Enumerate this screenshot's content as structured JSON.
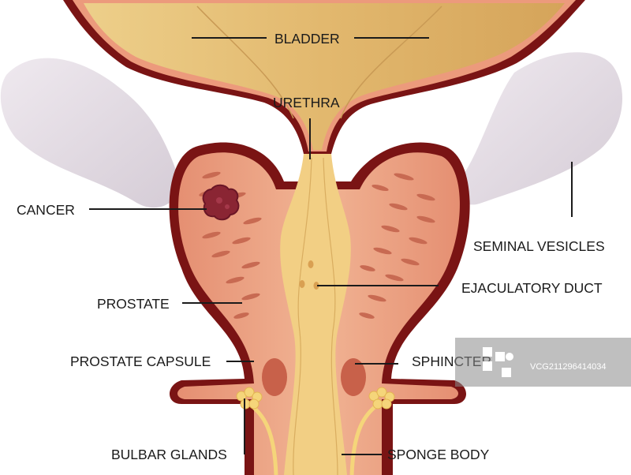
{
  "labels": {
    "bladder": "BLADDER",
    "urethra": "URETHRA",
    "cancer": "CANCER",
    "seminal_vesicles": "SEMINAL VESICLES",
    "prostate": "PROSTATE",
    "ejaculatory_duct": "EJACULATORY DUCT",
    "prostate_capsule": "PROSTATE CAPSULE",
    "sphincter": "SPHINCTER",
    "bulbar_glands": "BULBAR GLANDS",
    "sponge_body": "SPONGE BODY"
  },
  "watermark": {
    "text": "VCG211296414034"
  },
  "colors": {
    "capsule": "#7a1414",
    "tissue": "#ec9a7c",
    "urethra": "#f2cf84",
    "bladder": "#e0b469",
    "vesicles": "#ddd5dd",
    "tumor": "#8a2533",
    "glands": "#f5d57a"
  }
}
